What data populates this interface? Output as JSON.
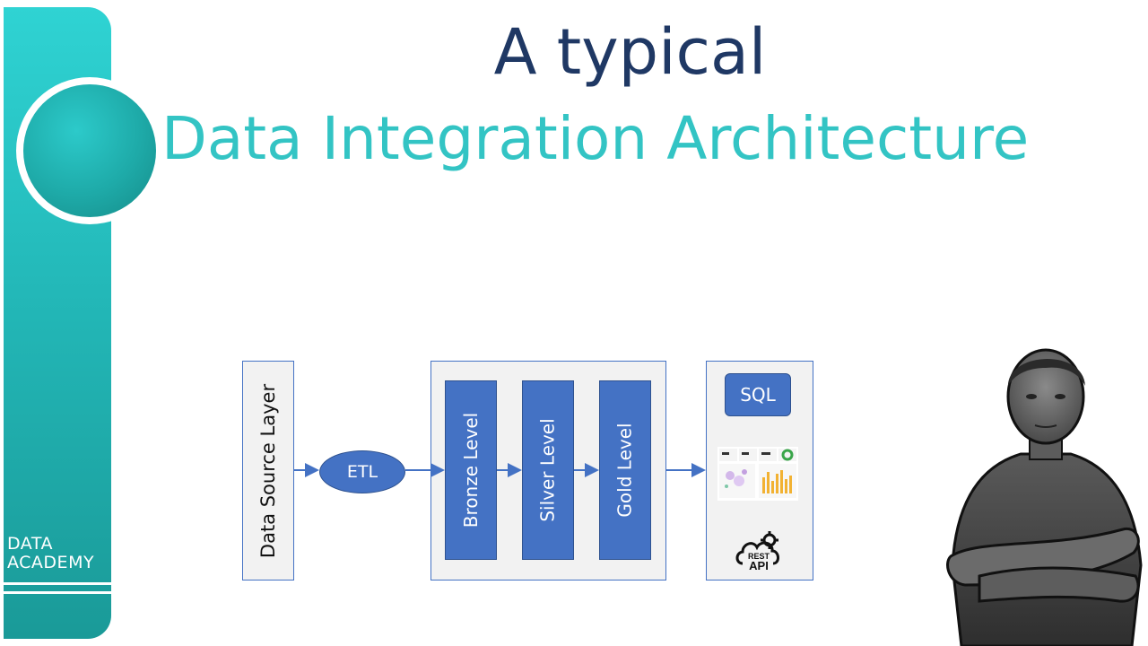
{
  "title": {
    "line1": "A typical",
    "line2": "Data Integration Architecture"
  },
  "brand": {
    "line1": "DATA",
    "line2": "ACADEMY"
  },
  "diagram": {
    "source_label": "Data Source Layer",
    "etl_label": "ETL",
    "levels": [
      "Bronze Level",
      "Silver Level",
      "Gold Level"
    ],
    "sql_label": "SQL",
    "rest_label_top": "REST",
    "rest_label_bottom": "API"
  },
  "colors": {
    "title_dark": "#1f3864",
    "title_teal": "#33c4c4",
    "sidebar": "#23b8b8",
    "box_blue": "#4472c4",
    "box_bg": "#f2f2f2"
  },
  "icons": [
    "rest-api-cloud-gear-icon",
    "dashboard-thumbnail"
  ]
}
